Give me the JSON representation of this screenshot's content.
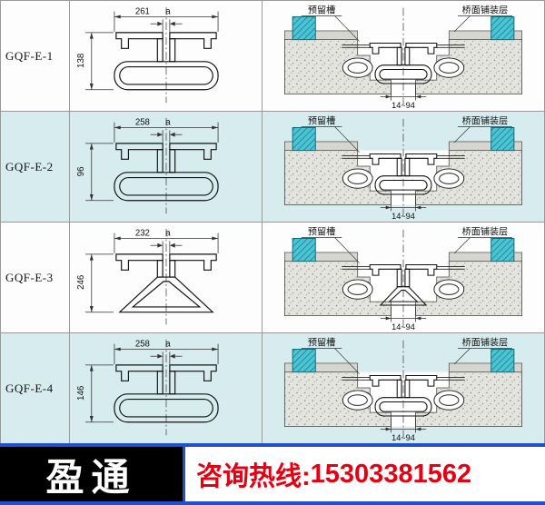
{
  "rows": [
    {
      "model": "GQF-E-1",
      "section": {
        "width": "261",
        "gap": "a",
        "height": "138"
      },
      "install": {
        "groove_label": "预留槽",
        "paving_label": "桥面铺装层",
        "range": "14~94"
      }
    },
    {
      "model": "GQF-E-2",
      "section": {
        "width": "258",
        "gap": "a",
        "height": "96"
      },
      "install": {
        "groove_label": "预留槽",
        "paving_label": "桥面铺装层",
        "range": "14~94"
      }
    },
    {
      "model": "GQF-E-3",
      "section": {
        "width": "232",
        "gap": "a",
        "height": "246"
      },
      "install": {
        "groove_label": "预留槽",
        "paving_label": "桥面铺装层",
        "range": "14~94"
      }
    },
    {
      "model": "GQF-E-4",
      "section": {
        "width": "258",
        "gap": "a",
        "height": "146"
      },
      "install": {
        "groove_label": "预留槽",
        "paving_label": "桥面铺装层",
        "range": "14~94"
      }
    }
  ],
  "banner": {
    "logo": "盈通",
    "hotline_label": "咨询热线:",
    "phone": "15303381562"
  },
  "colors": {
    "row_tint": "#d7ecef",
    "hatch_cyan": "#4cc4d4",
    "banner_blue": "#2050cf",
    "hotline_red": "#e60012",
    "logo_bg": "#000000"
  }
}
